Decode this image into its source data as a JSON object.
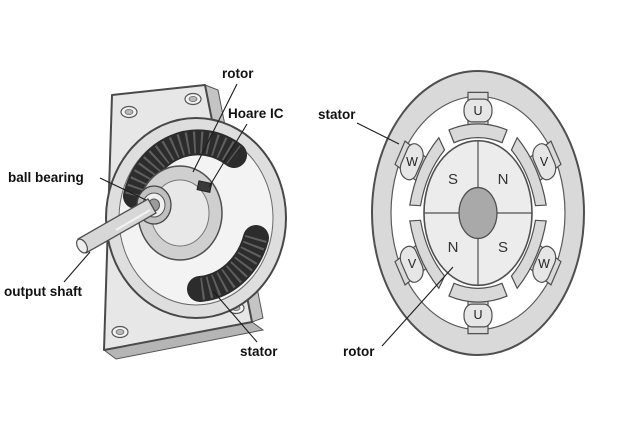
{
  "figure": {
    "left": {
      "labels": {
        "rotor": "rotor",
        "hoare_ic": "Hoare IC",
        "ball_bearing": "ball bearing",
        "output_shaft": "output shaft",
        "stator": "stator"
      }
    },
    "right": {
      "labels": {
        "stator": "stator",
        "rotor": "rotor"
      },
      "phases": {
        "top": "U",
        "upper_left": "W",
        "upper_right": "V",
        "lower_left": "V",
        "lower_right": "W",
        "bottom": "U"
      },
      "poles": {
        "top_left": "S",
        "top_right": "N",
        "bottom_left": "N",
        "bottom_right": "S"
      }
    },
    "colors": {
      "line": "#4a4a4a",
      "label_text": "#111111",
      "metal_light": "#e7e7e7",
      "metal_mid": "#d9d9d9",
      "interior": "#f3f3f3",
      "winding_dark": "#2c2c2c",
      "shaft_gray": "#a9a9a9",
      "background": "#ffffff"
    }
  }
}
